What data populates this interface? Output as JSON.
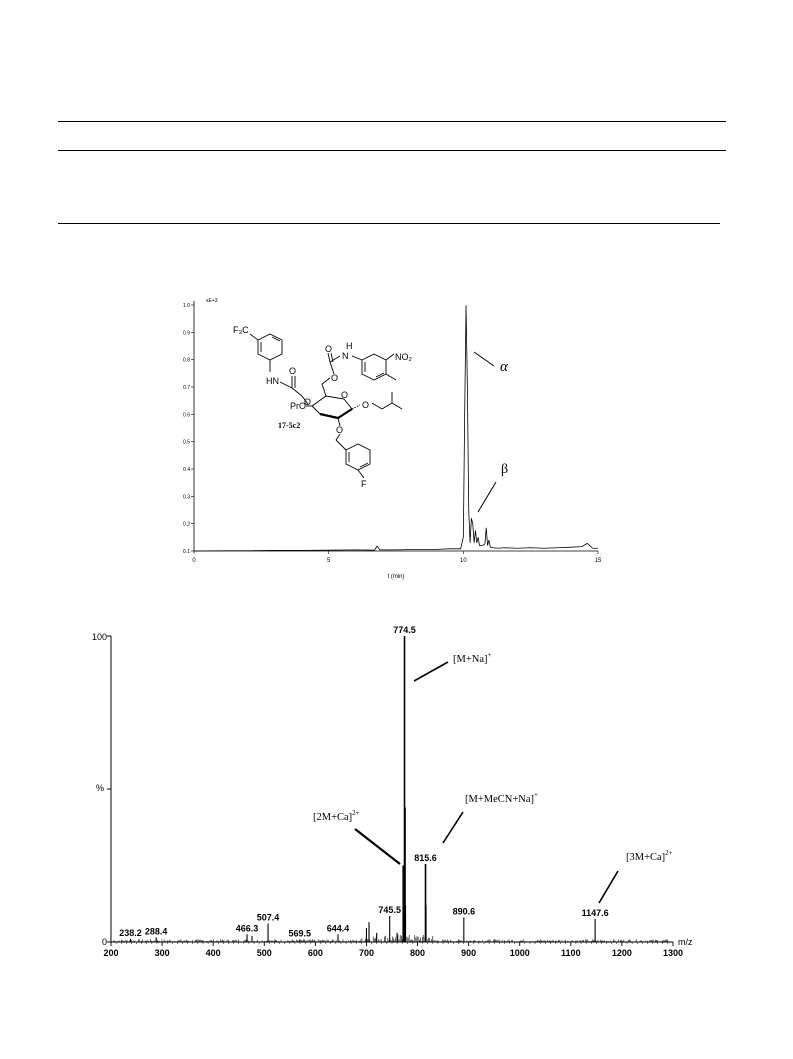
{
  "hplc": {
    "chart_data": {
      "type": "line",
      "y_exponent_label": "xE+3",
      "xlabel": "t (min)",
      "x_ticks": [
        0,
        5,
        10,
        15
      ],
      "y_ticks": [
        "0.1",
        "0.2",
        "0.3",
        "0.4",
        "0.5",
        "0.6",
        "0.7",
        "0.8",
        "0.9",
        "1.0"
      ],
      "xlim": [
        0,
        15
      ],
      "ylim": [
        0.1,
        1.0
      ],
      "series": [
        {
          "x": [
            0,
            1,
            2,
            3,
            4,
            5,
            6,
            6.7,
            6.8,
            6.9,
            7,
            7.5,
            8,
            8.5,
            9,
            9.5,
            9.9,
            10.0,
            10.05,
            10.1,
            10.15,
            10.2,
            10.25,
            10.3,
            10.35,
            10.4,
            10.45,
            10.5,
            10.55,
            10.6,
            10.7,
            10.8,
            10.85,
            10.9,
            10.95,
            11.0,
            11.1,
            11.3,
            11.5,
            12,
            12.5,
            13,
            13.5,
            14,
            14.4,
            14.6,
            14.8,
            15
          ],
          "y": [
            0.1,
            0.101,
            0.101,
            0.102,
            0.102,
            0.103,
            0.104,
            0.103,
            0.118,
            0.104,
            0.104,
            0.104,
            0.105,
            0.105,
            0.106,
            0.108,
            0.108,
            0.15,
            0.6,
            0.999,
            0.7,
            0.25,
            0.13,
            0.22,
            0.2,
            0.13,
            0.175,
            0.13,
            0.15,
            0.12,
            0.12,
            0.125,
            0.185,
            0.12,
            0.14,
            0.115,
            0.112,
            0.11,
            0.112,
            0.11,
            0.112,
            0.11,
            0.112,
            0.114,
            0.116,
            0.128,
            0.11,
            0.11
          ]
        }
      ],
      "annotations": [
        "α",
        "β"
      ]
    },
    "structure": {
      "compound_label": "17-5c2",
      "cf3_label": "F₃C",
      "hn_left": "HN",
      "n_top": "N",
      "h_top": "H",
      "no2": "NO₂",
      "o_carb1": "O",
      "o_carb2": "O",
      "o_ring": "O",
      "pro": "PrO",
      "o_anomeric": "O",
      "o_bn": "O",
      "o_6": "O",
      "o_4": "O",
      "f": "F"
    }
  },
  "ms": {
    "chart_data": {
      "type": "bar",
      "xlabel": "m/z",
      "ylabel": "%",
      "y_top_label": "100",
      "y_zero_label": "0",
      "xlim": [
        200,
        1300
      ],
      "ylim": [
        0,
        100
      ],
      "x_ticks": [
        200,
        300,
        400,
        500,
        600,
        700,
        800,
        900,
        1000,
        1100,
        1200,
        1300
      ],
      "peaks": [
        {
          "mz": 238.2,
          "intensity": 1.0,
          "label": "238.2"
        },
        {
          "mz": 288.4,
          "intensity": 1.5,
          "label": "288.4"
        },
        {
          "mz": 466.3,
          "intensity": 2.5,
          "label": "466.3"
        },
        {
          "mz": 476.0,
          "intensity": 2.0,
          "label": ""
        },
        {
          "mz": 507.4,
          "intensity": 6.0,
          "label": "507.4"
        },
        {
          "mz": 569.5,
          "intensity": 0.8,
          "label": "569.5"
        },
        {
          "mz": 644.4,
          "intensity": 2.5,
          "label": "644.4"
        },
        {
          "mz": 700.0,
          "intensity": 4.5,
          "label": ""
        },
        {
          "mz": 705.0,
          "intensity": 6.5,
          "label": ""
        },
        {
          "mz": 720.0,
          "intensity": 3.0,
          "label": ""
        },
        {
          "mz": 745.5,
          "intensity": 8.5,
          "label": "745.5"
        },
        {
          "mz": 760.0,
          "intensity": 3.0,
          "label": ""
        },
        {
          "mz": 772.0,
          "intensity": 25.0,
          "label": ""
        },
        {
          "mz": 774.5,
          "intensity": 100.0,
          "label": "774.5"
        },
        {
          "mz": 775.5,
          "intensity": 44.0,
          "label": ""
        },
        {
          "mz": 776.5,
          "intensity": 12.0,
          "label": ""
        },
        {
          "mz": 815.6,
          "intensity": 25.5,
          "label": "815.6"
        },
        {
          "mz": 816.6,
          "intensity": 12.0,
          "label": ""
        },
        {
          "mz": 890.6,
          "intensity": 8.0,
          "label": "890.6"
        },
        {
          "mz": 1147.6,
          "intensity": 7.5,
          "label": "1147.6"
        }
      ],
      "annotations": {
        "mna": "[M+Na]",
        "mna_sup": "+",
        "mmecn": "[M+MeCN+Na]",
        "mmecn_sup": "+",
        "m2ca": "[2M+Ca]",
        "m2ca_sup": "2+",
        "m3ca": "[3M+Ca]",
        "m3ca_sup": "2+"
      }
    }
  }
}
